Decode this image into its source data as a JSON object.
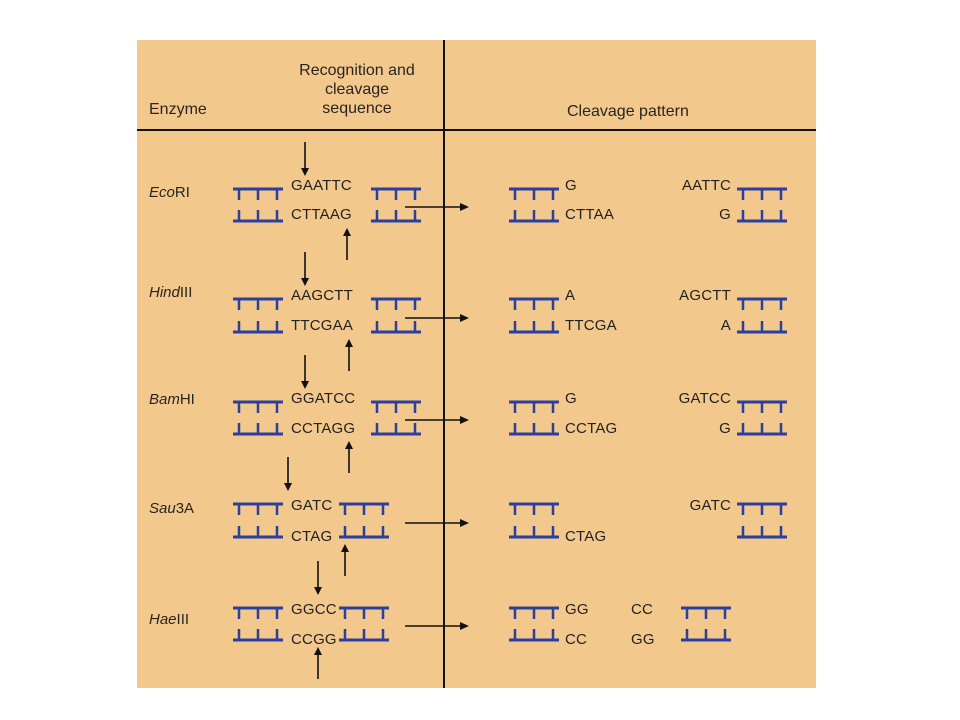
{
  "header": {
    "enzyme_label": "Enzyme",
    "recognition_line1": "Recognition and",
    "recognition_line2": "cleavage",
    "recognition_line3": "sequence",
    "cleavage_pattern_label": "Cleavage pattern"
  },
  "enzymes": [
    {
      "name_italic": "Eco",
      "name_roman": "RI",
      "top": "GAATTC",
      "bottom": "CTTAAG",
      "frag_left_top": "G",
      "frag_left_bottom": "CTTAA",
      "frag_right_top": "AATTC",
      "frag_right_bottom": "G"
    },
    {
      "name_italic": "Hind",
      "name_roman": "III",
      "top": "AAGCTT",
      "bottom": "TTCGAA",
      "frag_left_top": "A",
      "frag_left_bottom": "TTCGA",
      "frag_right_top": "AGCTT",
      "frag_right_bottom": "A"
    },
    {
      "name_italic": "Bam",
      "name_roman": "HI",
      "top": "GGATCC",
      "bottom": "CCTAGG",
      "frag_left_top": "G",
      "frag_left_bottom": "CCTAG",
      "frag_right_top": "GATCC",
      "frag_right_bottom": "G"
    },
    {
      "name_italic": "Sau",
      "name_roman": "3A",
      "top": "GATC",
      "bottom": "CTAG",
      "frag_left_top": "",
      "frag_left_bottom": "CTAG",
      "frag_right_top": "GATC",
      "frag_right_bottom": ""
    },
    {
      "name_italic": "Hae",
      "name_roman": "III",
      "top": "GGCC",
      "bottom": "CCGG",
      "frag_left_top": "GG",
      "frag_left_bottom": "CC",
      "frag_right_top": "CC",
      "frag_right_bottom": "GG"
    }
  ],
  "colors": {
    "background": "#f2c88d",
    "dna_strand": "#2a3f9e",
    "line": "#111111"
  }
}
